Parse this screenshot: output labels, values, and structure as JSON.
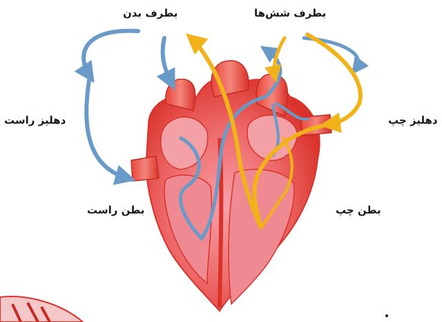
{
  "labels": {
    "to_body": "بطرف بدن",
    "to_lungs": "بطرف شش‌ها",
    "right_atrium": "دهلیز راست",
    "left_atrium": "دهلیز چپ",
    "right_ventricle": "بطن راست",
    "left_ventricle": "بطن چپ"
  },
  "colors": {
    "deoxygenated_flow": "#6a9ac8",
    "oxygenated_flow": "#f2b21a",
    "heart_muscle": "#e8453a",
    "heart_inner": "#f08a92",
    "label_text": "#1a1a1a"
  },
  "icons": {
    "flow_arrow_blue": "arrow-icon",
    "flow_arrow_yellow": "arrow-icon"
  }
}
